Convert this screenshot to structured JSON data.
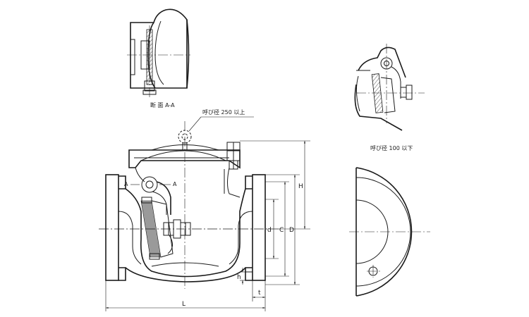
{
  "section_label": "断 面 A-A",
  "note_large": "呼び径 250 以上",
  "note_small": "呼び径 100 以下",
  "dimensions": {
    "H": "H",
    "d": "d",
    "C": "C",
    "D": "D",
    "h": "h",
    "t": "t",
    "L": "L"
  },
  "section_marks": {
    "left": "A",
    "right": "A"
  }
}
